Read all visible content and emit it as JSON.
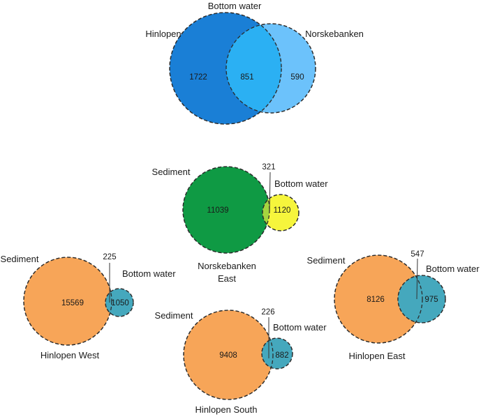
{
  "panels": {
    "bottom_water": {
      "title": "Bottom water",
      "left_label": "Hinlopen",
      "right_label": "Norskebanken",
      "left_only": "1722",
      "shared": "851",
      "right_only": "590",
      "colors": {
        "left": "#1a7fd6",
        "right": "#6cc2fb",
        "overlap": "#2bb0f3"
      }
    },
    "norskebanken_east": {
      "sediment_label": "Sediment",
      "bottom_water_label": "Bottom water",
      "sediment_only": "11039",
      "shared": "321",
      "bottom_water_only": "1120",
      "site_line1": "Norskebanken",
      "site_line2": "East",
      "colors": {
        "sediment": "#0f9a44",
        "bottom_water": "#f6f53c"
      }
    },
    "hinlopen_west": {
      "sediment_label": "Sediment",
      "bottom_water_label": "Bottom water",
      "sediment_only": "15569",
      "shared": "225",
      "bottom_water_only": "1050",
      "site": "Hinlopen West",
      "colors": {
        "sediment": "#f7a558",
        "bottom_water": "#45a8bd"
      }
    },
    "hinlopen_south": {
      "sediment_label": "Sediment",
      "bottom_water_label": "Bottom water",
      "sediment_only": "9408",
      "shared": "226",
      "bottom_water_only": "882",
      "site": "Hinlopen South",
      "colors": {
        "sediment": "#f7a558",
        "bottom_water": "#45a8bd"
      }
    },
    "hinlopen_east": {
      "sediment_label": "Sediment",
      "bottom_water_label": "Bottom water",
      "sediment_only": "8126",
      "shared": "547",
      "bottom_water_only": "975",
      "site": "Hinlopen East",
      "colors": {
        "sediment": "#f7a558",
        "bottom_water": "#45a8bd"
      }
    }
  }
}
